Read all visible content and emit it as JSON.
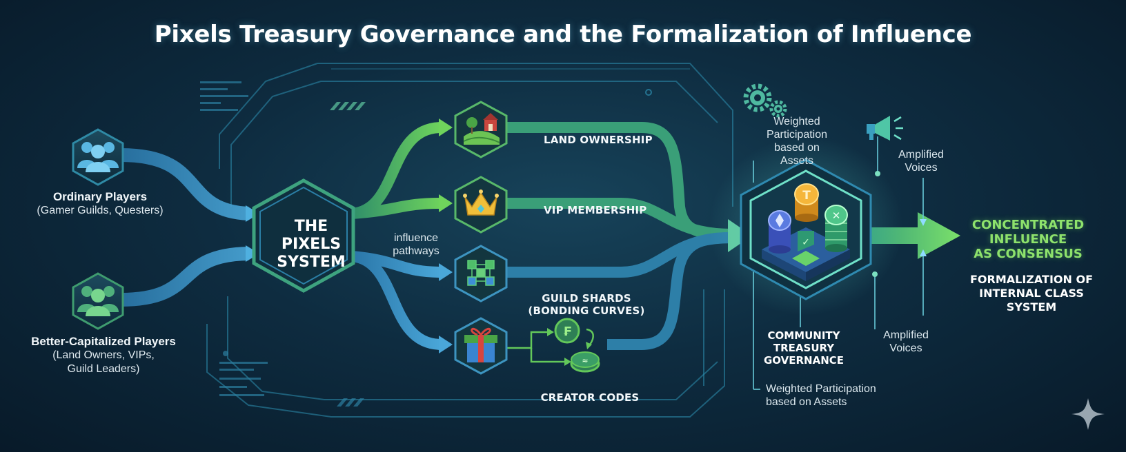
{
  "title": "Pixels Treasury Governance and the Formalization of Influence",
  "players": {
    "ordinary": {
      "title": "Ordinary Players",
      "sub": "(Gamer Guilds, Questers)"
    },
    "better": {
      "title": "Better-Capitalized Players",
      "sub1": "(Land Owners, VIPs,",
      "sub2": "Guild Leaders)"
    }
  },
  "center": {
    "line1": "THE",
    "line2": "PIXELS",
    "line3": "SYSTEM"
  },
  "pathways_label": {
    "line1": "influence",
    "line2": "pathways"
  },
  "pathways": {
    "land": "LAND OWNERSHIP",
    "vip": "VIP MEMBERSHIP",
    "shards1": "GUILD SHARDS",
    "shards2": "(BONDING CURVES)",
    "creator": "CREATOR CODES"
  },
  "treasury": {
    "weighted_top": {
      "l1": "Weighted",
      "l2": "Participation",
      "l3": "based on",
      "l4": "Assets"
    },
    "amplified_top": {
      "l1": "Amplified",
      "l2": "Voices"
    },
    "community": {
      "l1": "COMMUNITY",
      "l2": "TREASURY",
      "l3": "GOVERNANCE"
    },
    "amplified_bottom": {
      "l1": "Amplified",
      "l2": "Voices"
    },
    "weighted_bottom": {
      "l1": "Weighted Participation",
      "l2": "based on Assets"
    }
  },
  "outcome": {
    "l1": "CONCENTRATED",
    "l2": "INFLUENCE",
    "l3": "AS CONSENSUS",
    "s1": "FORMALIZATION OF",
    "s2": "INTERNAL CLASS SYSTEM"
  },
  "colors": {
    "green": "#63c85a",
    "blue": "#3b8fc2",
    "dark_hex": "#0f3040",
    "accent_text": "#8ee26c"
  },
  "icons": {
    "ordinary": "people-group-icon",
    "better": "people-group-icon",
    "land": "farm-icon",
    "vip": "crown-icon",
    "shards": "network-cubes-icon",
    "creator": "gift-icon",
    "gear": "gear-icon",
    "megaphone": "megaphone-icon",
    "treasury": "coin-stack-icon",
    "sparkle": "sparkle-icon"
  }
}
